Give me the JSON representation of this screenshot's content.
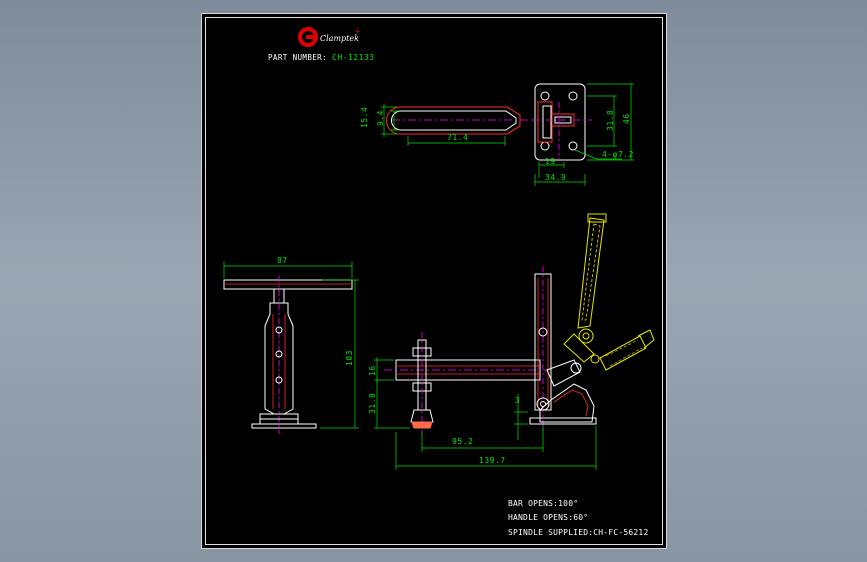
{
  "brand": {
    "logo_letter": "G",
    "name": "Clamptek",
    "mark": "+"
  },
  "part_number": {
    "label": "PART NUMBER:",
    "value": "CH-12133"
  },
  "top_view": {
    "dims": [
      "15.4",
      "9.4",
      "71.4",
      "19",
      "34.9",
      "31.8",
      "46",
      "4-φ7.2"
    ]
  },
  "end_view": {
    "dims": [
      "87",
      "103"
    ]
  },
  "side_view": {
    "dims": [
      "16",
      "31.8",
      "3",
      "95.2",
      "139.7"
    ]
  },
  "notes": {
    "bar_opens": "BAR OPENS:100°",
    "handle_opens": "HANDLE OPENS:60°",
    "spindle": "SPINDLE SUPPLIED:CH-FC-56212"
  },
  "colors": {
    "background": "#000000",
    "part_outline": "#ffffff",
    "hidden_red": "#ff2a2a",
    "handle_yellow": "#e6e600",
    "dimension_green": "#00e600",
    "centerline_magenta": "#ff00ff",
    "rubber_tip": "#ff6a4a"
  }
}
